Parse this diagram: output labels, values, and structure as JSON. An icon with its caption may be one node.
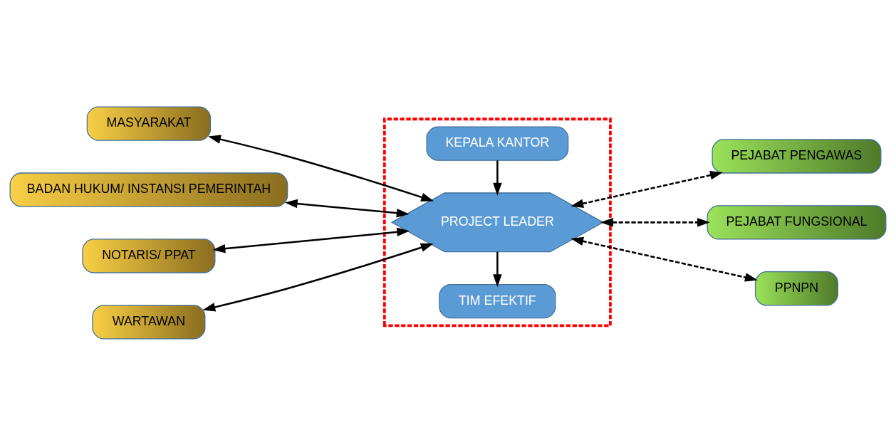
{
  "diagram": {
    "nodes": [
      {
        "text": [],
        "shape": "box"
      },
      {
        "text": [
          "KEPALA KANTOR"
        ],
        "in": 0
      },
      {
        "text": [
          "PROJECT LEADER"
        ],
        "in": 0
      },
      {
        "text": [
          "TIM EFEKTIF"
        ],
        "in": 0
      },
      {
        "text": [
          "MASYARAKAT"
        ]
      },
      {
        "text": [
          "BADAN HUKUM/ INSTANSI PEMERINTAH"
        ]
      },
      {
        "text": [
          "NOTARIS/ PPAT"
        ]
      },
      {
        "text": [
          "WARTAWAN"
        ]
      },
      {
        "text": [
          "PEJABAT PENGAWAS"
        ]
      },
      {
        "text": [
          "PEJABAT FUNGSIONAL"
        ]
      },
      {
        "text": [
          "PPNPN"
        ]
      }
    ],
    "edges": [
      {
        "from": 1,
        "to": 2,
        "arrow": "to"
      },
      {
        "from": 2,
        "to": 3,
        "arrow": "to"
      },
      {
        "from": 4,
        "to": 2,
        "arrow": "both"
      },
      {
        "from": 5,
        "to": 2,
        "arrow": "both"
      },
      {
        "from": 6,
        "to": 2,
        "arrow": "both"
      },
      {
        "from": 7,
        "to": 2,
        "arrow": "both"
      },
      {
        "from": 2,
        "to": 8,
        "arrow": "both",
        "style": "dashed"
      },
      {
        "from": 2,
        "to": 9,
        "arrow": "both",
        "style": "dashed"
      },
      {
        "from": 2,
        "to": 10,
        "arrow": "both",
        "style": "dashed"
      }
    ]
  }
}
